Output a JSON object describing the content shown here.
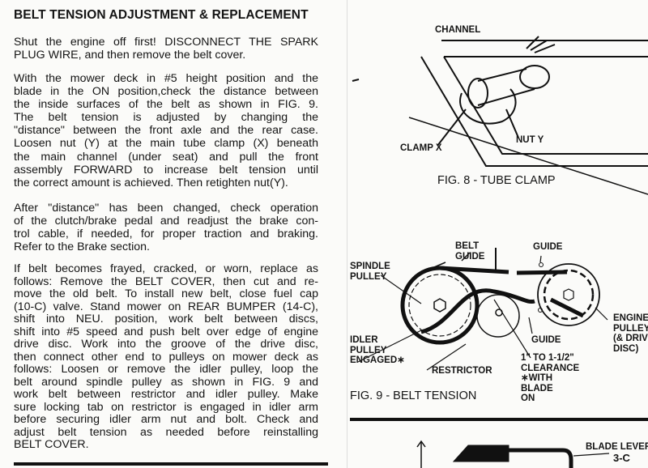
{
  "heading": "BELT TENSION ADJUSTMENT & REPLACEMENT",
  "paragraphs": [
    [
      "Shut the engine off first! DISCONNECT THE SPARK",
      "PLUG WIRE, and then remove the belt cover."
    ],
    [
      "With the mower deck in #5 height position and the",
      "blade in the ON position,check the distance between",
      "the inside surfaces of the belt as shown in FIG. 9.",
      "The belt tension is adjusted by changing the",
      "\"distance\" between the front axle and the rear case.",
      "Loosen nut (Y) at the main tube clamp (X) beneath",
      "the main channel (under seat) and pull the front",
      "assembly FORWARD to increase belt tension until",
      "the correct amount is achieved. Then retighten nut(Y)."
    ],
    [
      "After \"distance\" has been changed, check operation",
      "of the clutch/brake pedal and readjust the brake con-",
      "trol cable, if needed, for proper traction and braking.",
      "Refer to the Brake section."
    ],
    [
      "If belt becomes frayed, cracked, or worn, replace as",
      "follows: Remove the BELT COVER, then cut and re-",
      "move the old belt. To install new belt, close fuel cap",
      "(10-C) valve.  Stand mower on REAR BUMPER (14-C),",
      "shift into NEU. position, work belt between discs,",
      "shift into #5 speed and push belt over edge of engine",
      "drive disc. Work into the groove of the drive disc,",
      "then connect other end to pulleys on mower deck as",
      "follows: Loosen or remove the idler pulley, loop the",
      "belt around spindle pulley as shown in FIG. 9 and",
      "work belt between restrictor and idler pulley. Make",
      "sure locking tab on restrictor is engaged in idler arm",
      "before securing idler arm nut and bolt. Check and",
      "adjust belt tension as needed before reinstalling",
      "BELT COVER."
    ]
  ],
  "fig8": {
    "caption": "FIG. 8 - TUBE CLAMP",
    "labels": {
      "channel": "CHANNEL",
      "clamp": "CLAMP  X",
      "nut": "NUT  Y"
    }
  },
  "fig9": {
    "caption": "FIG. 9 -  BELT TENSION",
    "labels": {
      "belt_guide": [
        "BELT",
        "GUIDE"
      ],
      "guide_top": "GUIDE",
      "spindle_pulley": [
        "SPINDLE",
        "PULLEY"
      ],
      "idler_pulley": [
        "IDLER",
        "PULLEY",
        "ENGAGED∗"
      ],
      "restrictor": "RESTRICTOR",
      "clearance": [
        "1\" TO 1-1/2\"",
        "CLEARANCE",
        "∗WITH",
        "BLADE",
        "ON"
      ],
      "guide_bottom": "GUIDE",
      "engine_pulley": [
        "ENGINE",
        "PULLEY",
        "(& DRIVE",
        "DISC)"
      ]
    }
  },
  "fig_next": {
    "labels": [
      "BLADE LEVER",
      "3-C"
    ]
  }
}
